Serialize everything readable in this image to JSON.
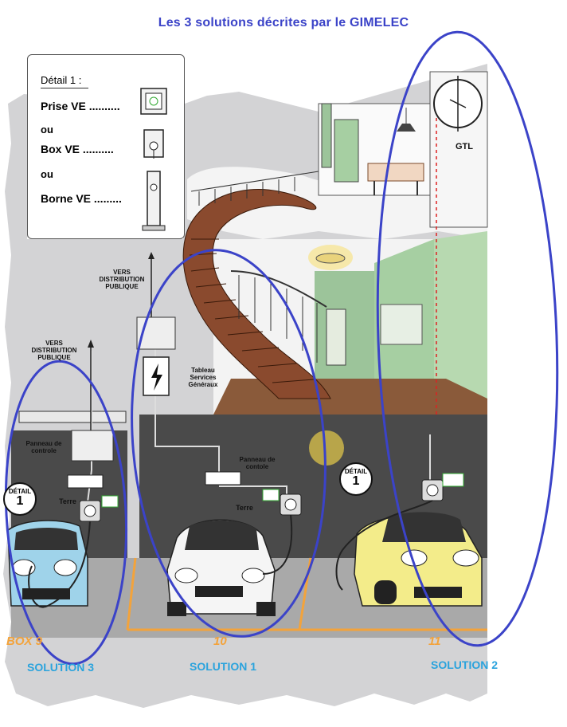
{
  "title": "Les 3 solutions décrites par le GIMELEC",
  "detail": {
    "heading": "Détail 1 :",
    "options": [
      "Prise VE ..........",
      "Box VE ..........",
      "Borne VE ........."
    ],
    "separator": "ou"
  },
  "labels": {
    "vers_distribution_1": "VERS DISTRIBUTION PUBLIQUE",
    "vers_distribution_2": "VERS DISTRIBUTION PUBLIQUE",
    "tableau": "Tableau Services Généraux",
    "panneau_left": "Panneau de controle",
    "panneau_mid": "Panneau de contole",
    "terre_left": "Terre",
    "terre_mid": "Terre",
    "gtl": "GTL",
    "detail_badge_title": "DÉTAIL",
    "detail_badge_num": "1"
  },
  "floor_labels": [
    "BOX 9",
    "10",
    "11"
  ],
  "solutions": [
    "SOLUTION 3",
    "SOLUTION 1",
    "SOLUTION 2"
  ],
  "colors": {
    "ellipse": "#3b43c8",
    "solution_text": "#2aa3dd",
    "title": "#3b43c8",
    "parking_line": "#f3a33b",
    "wall_green": "#9cc49a",
    "stairs": "#8a4a2e"
  }
}
